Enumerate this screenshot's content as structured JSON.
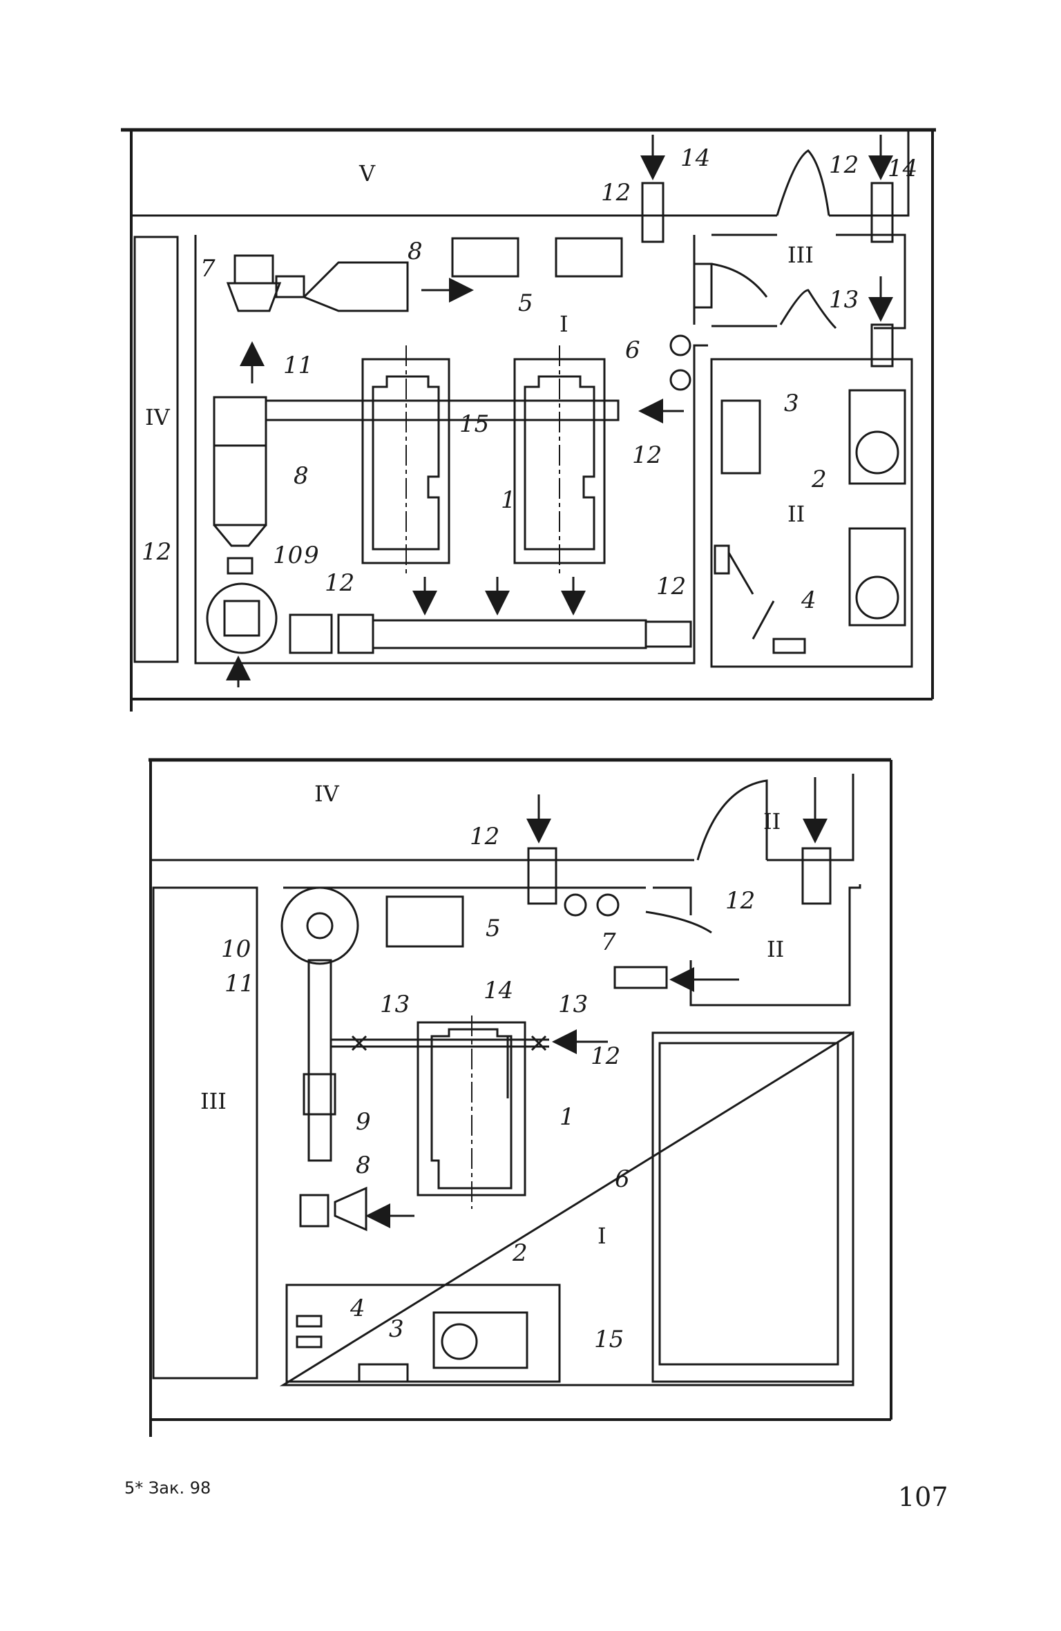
{
  "top_plan": {
    "rooms": [
      "V",
      "IV",
      "I",
      "II",
      "III"
    ],
    "labels": [
      "1",
      "2",
      "3",
      "4",
      "5",
      "6",
      "7",
      "8",
      "8",
      "9",
      "10",
      "11",
      "12",
      "12",
      "12",
      "12",
      "12",
      "12",
      "13",
      "14",
      "14",
      "15"
    ]
  },
  "bottom_plan": {
    "rooms": [
      "IV",
      "II",
      "III",
      "I",
      "II"
    ],
    "labels": [
      "1",
      "2",
      "3",
      "4",
      "5",
      "6",
      "7",
      "8",
      "9",
      "10",
      "11",
      "12",
      "12",
      "12",
      "13",
      "13",
      "14",
      "15"
    ]
  },
  "footer": {
    "left": "5* Зак. 98",
    "page_number": "107"
  }
}
